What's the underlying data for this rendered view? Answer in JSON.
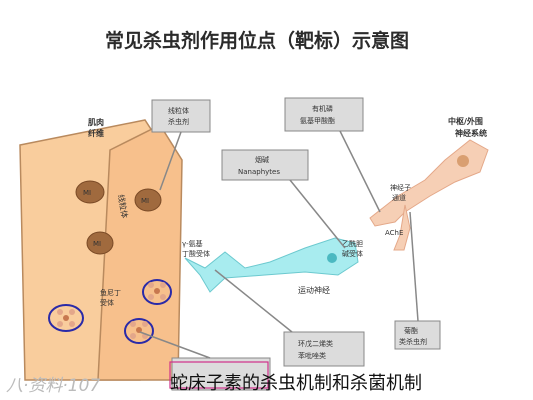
{
  "title": "常见杀虫剂作用位点（靶标）示意图",
  "caption": "蛇床子素的杀虫机制和杀菌机制",
  "watermark": "八·资料·107",
  "labels": {
    "muscle_fiber": [
      "肌肉",
      "纤维"
    ],
    "mitochondria_box": [
      "线粒体",
      "杀虫剂"
    ],
    "organophosphate_box": [
      "有机磷",
      "氨基甲酸酯"
    ],
    "cns": [
      "中枢/外围",
      "神经系统"
    ],
    "neonic_box": [
      "烟碱",
      "Nanaphytes"
    ],
    "synapse_side": [
      "神经子",
      "通道"
    ],
    "ache": "AChE",
    "mitochondria_vertical": "线粒体",
    "ach_receptor": [
      "乙酰胆",
      "碱受体"
    ],
    "gaba_receptor": [
      "γ-氨基",
      "丁酸受体"
    ],
    "motor_neuron": "运动神经",
    "ryanodine_receptor": [
      "鱼尼丁",
      "受体"
    ],
    "mi": "MI",
    "ec_box": [
      "环戊二烯类",
      "苯吡唑类"
    ],
    "insecticide_box": [
      "菊酯",
      "类杀虫剂"
    ]
  }
}
